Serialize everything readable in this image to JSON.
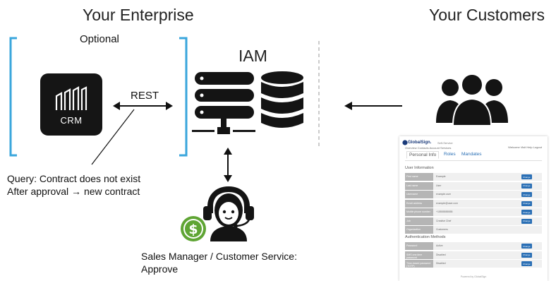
{
  "headings": {
    "enterprise": "Your Enterprise",
    "customers": "Your Customers",
    "optional": "Optional",
    "iam": "IAM"
  },
  "crm": {
    "label": "CRM",
    "icon": "crm-logo-icon"
  },
  "rest_label": "REST",
  "query_note": {
    "line1": "Query: Contract does not exist",
    "line2": "After approval → new contract"
  },
  "sales_note": {
    "line1": "Sales Manager / Customer Service:",
    "line2": "Approve"
  },
  "colors": {
    "bracket": "#3aa6dc",
    "dollar": "#5fa534",
    "dark": "#141414",
    "link": "#2a6fb5"
  },
  "screenshot": {
    "brand": "GlobalSign.",
    "brand_sub": "Self-Service",
    "nav": "Overview  Contacts  Account Services",
    "top_right": "Welcome Visit  Help  Logout",
    "tabs": [
      "Personal Info",
      "Roles",
      "Mandates"
    ],
    "user_section": "User Information",
    "user_rows": [
      {
        "key": "First name",
        "value": "Example",
        "action": "Change"
      },
      {
        "key": "Last name",
        "value": "User",
        "action": "Change"
      },
      {
        "key": "Username",
        "value": "example.user",
        "action": "Change"
      },
      {
        "key": "Email address",
        "value": "example@user.com",
        "action": "Change"
      },
      {
        "key": "Mobile phone number",
        "value": "+15555555555",
        "action": "Change"
      },
      {
        "key": "Job",
        "value": "Creative Chef",
        "action": "Change"
      },
      {
        "key": "Organization",
        "value": "Customers",
        "action": ""
      }
    ],
    "auth_section": "Authentication Methods",
    "auth_rows": [
      {
        "key": "Password",
        "value": "Active",
        "action": "Change"
      },
      {
        "key": "SMS one-time password",
        "value": "Disabled",
        "action": "Change"
      },
      {
        "key": "Time-based password (TOTP)",
        "value": "Disabled",
        "action": "Change"
      }
    ],
    "footer": "Powered by GlobalSign"
  }
}
